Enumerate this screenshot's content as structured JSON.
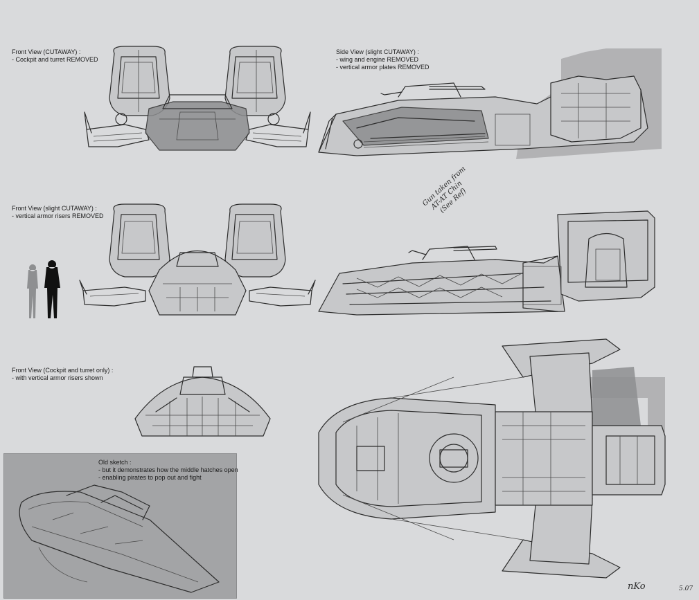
{
  "labels": {
    "front_cutaway": {
      "title": "Front View (CUTAWAY) :",
      "lines": [
        "- Cockpit and turret REMOVED"
      ]
    },
    "side_cutaway": {
      "title": "Side View (slight CUTAWAY) :",
      "lines": [
        "- wing and engine REMOVED",
        "- vertical armor plates REMOVED"
      ]
    },
    "front_slight": {
      "title": "Front View (slight CUTAWAY) :",
      "lines": [
        "- vertical armor risers REMOVED"
      ]
    },
    "front_cockpit": {
      "title": "Front View (Cockpit and turret only) :",
      "lines": [
        "- with vertical armor risers shown"
      ]
    },
    "old_sketch": {
      "title": "Old sketch :",
      "lines": [
        "- but it demonstrates how the middle hatches open",
        "- enabling pirates to pop out and fight"
      ]
    }
  },
  "handwritten_note": [
    "Gun taken from",
    "AT-AT Chin",
    "(See Ref)"
  ],
  "signature": {
    "initials": "nKo",
    "date": "5.07"
  }
}
